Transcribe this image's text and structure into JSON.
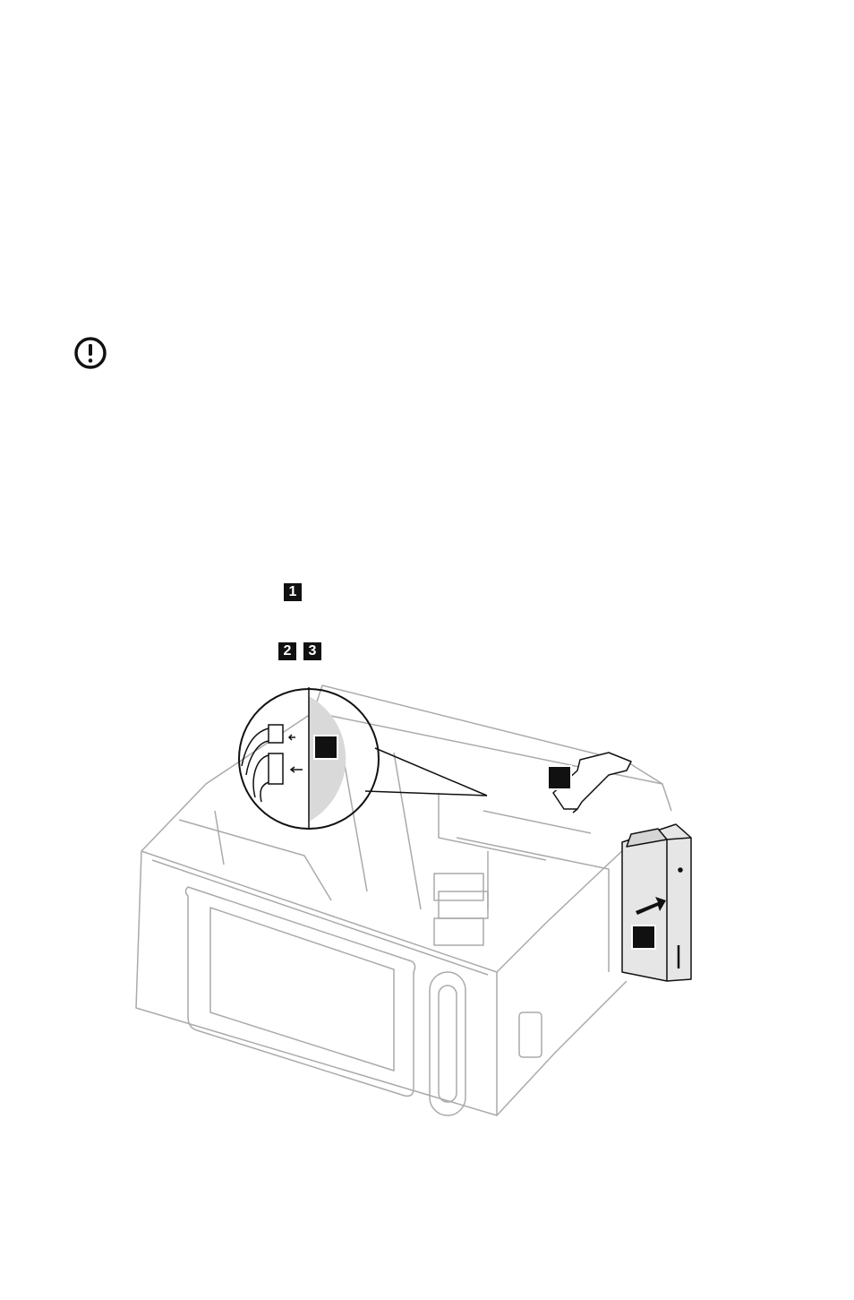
{
  "page": {
    "caution_icon": "exclamation-circle-icon",
    "steps": [
      {
        "label": "1"
      },
      {
        "label": "2"
      },
      {
        "label": "3"
      }
    ],
    "figure": {
      "icons": [
        "computer-chassis",
        "pointing-hand-icon",
        "optical-drive",
        "cable-connector-callout",
        "arrow-icon"
      ]
    }
  }
}
